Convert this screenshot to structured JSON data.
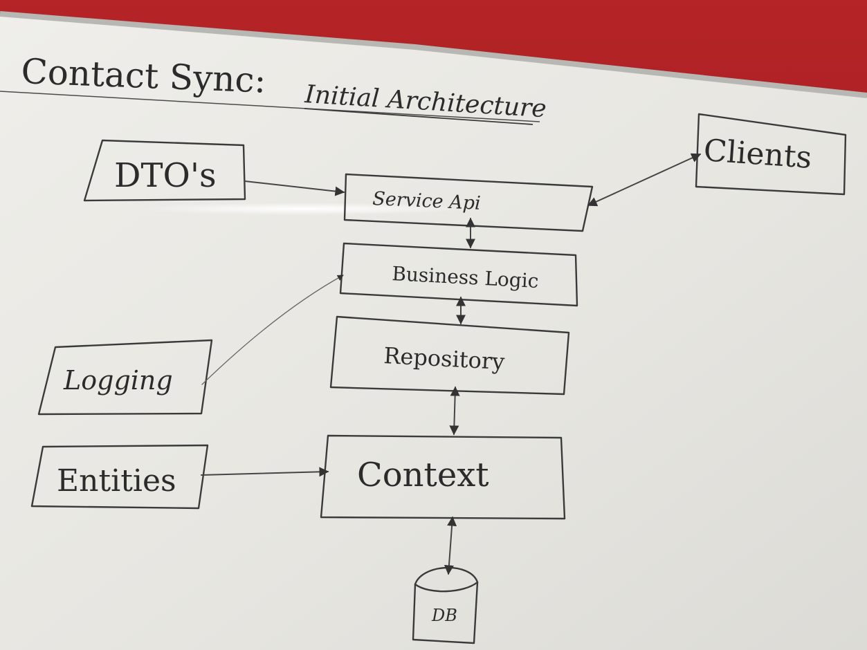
{
  "title": {
    "part1": "Contact Sync:",
    "part2": "Initial Architecture"
  },
  "nodes": {
    "dtos": "DTO's",
    "service_api": "Service  Api",
    "clients": "Clients",
    "business_logic": "Business Logic",
    "repository": "Repository",
    "logging": "Logging",
    "entities": "Entities",
    "context": "Context",
    "db": "DB"
  },
  "colors": {
    "whiteboard": "#ecebe6",
    "frame": "#b7b7b4",
    "wall": "#a81f22",
    "ink": "#2b2b2b"
  }
}
